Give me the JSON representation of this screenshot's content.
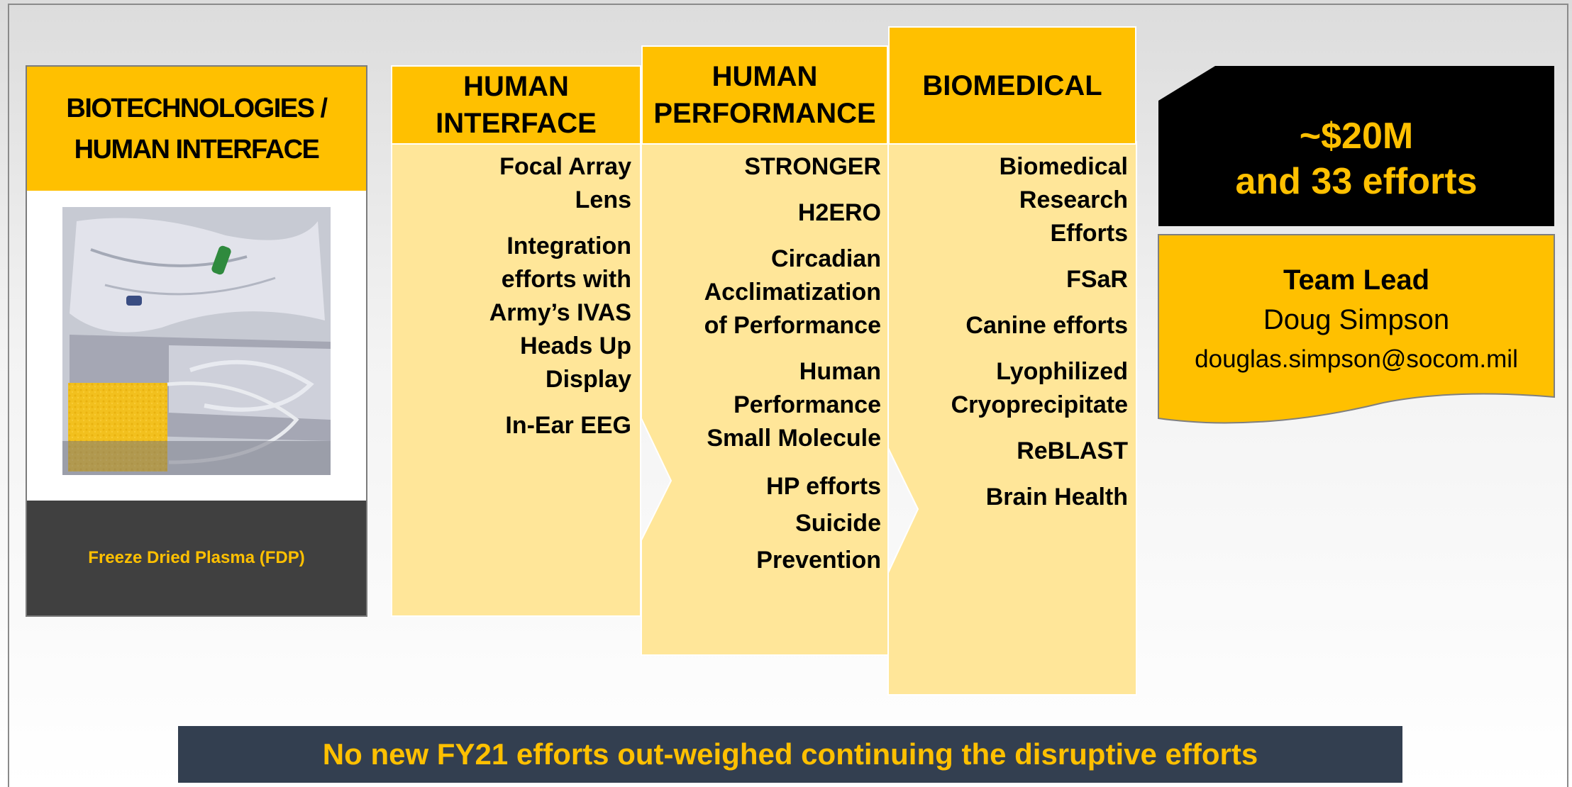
{
  "card": {
    "title": "BIOTECHNOLOGIES /\nHUMAN INTERFACE",
    "caption": "Freeze Dried Plasma (FDP)"
  },
  "columns": [
    {
      "title": "HUMAN\nINTERFACE",
      "items": [
        "Focal Array\nLens",
        "Integration\nefforts with\nArmy’s IVAS\nHeads Up\nDisplay",
        "In-Ear EEG"
      ]
    },
    {
      "title": "HUMAN\nPERFORMANCE",
      "items": [
        "STRONGER",
        "H2ERO",
        "Circadian\nAcclimatization\nof Performance",
        "Human\nPerformance\nSmall Molecule",
        "HP efforts\nSuicide\nPrevention"
      ]
    },
    {
      "title": "BIOMEDICAL",
      "items": [
        "Biomedical\nResearch\nEfforts",
        "FSaR",
        "Canine efforts",
        "Lyophilized\nCryoprecipitate",
        "ReBLAST",
        "Brain Health"
      ]
    }
  ],
  "funding": {
    "amount": "~$20M",
    "efforts": "and 33 efforts"
  },
  "team_lead": {
    "label": "Team Lead",
    "name": "Doug Simpson",
    "email": "douglas.simpson@socom.mil"
  },
  "banner": "No new FY21 efforts out-weighed continuing the disruptive efforts",
  "colors": {
    "accent": "#ffc000",
    "light_accent": "#ffe699",
    "dark": "#404040",
    "banner": "#333f50"
  }
}
